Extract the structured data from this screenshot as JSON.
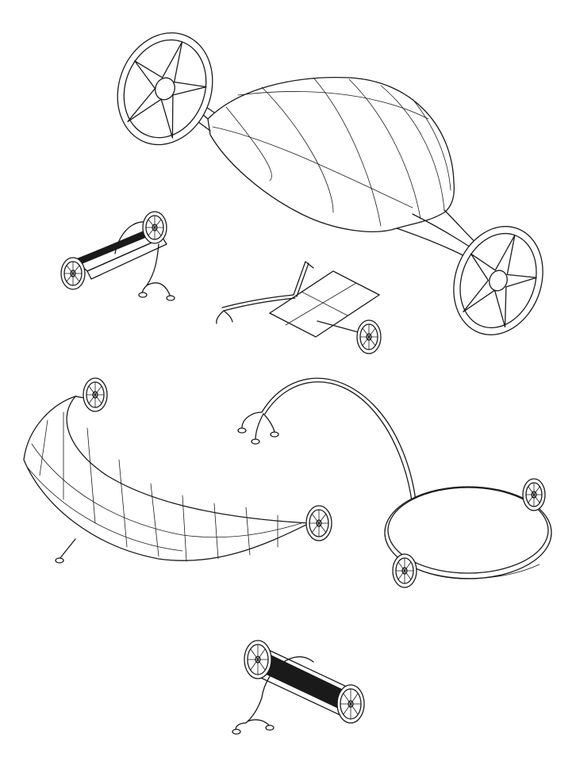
{
  "drawing": {
    "style": "isometric line drawing",
    "stroke_color": "#1a1a1a",
    "background": "#ffffff",
    "objects": [
      "shell-cart",
      "roller-bench",
      "flat-panel-cart",
      "curved-screen-cart",
      "ring-canopy-cart",
      "slatted-drum-bench"
    ]
  }
}
